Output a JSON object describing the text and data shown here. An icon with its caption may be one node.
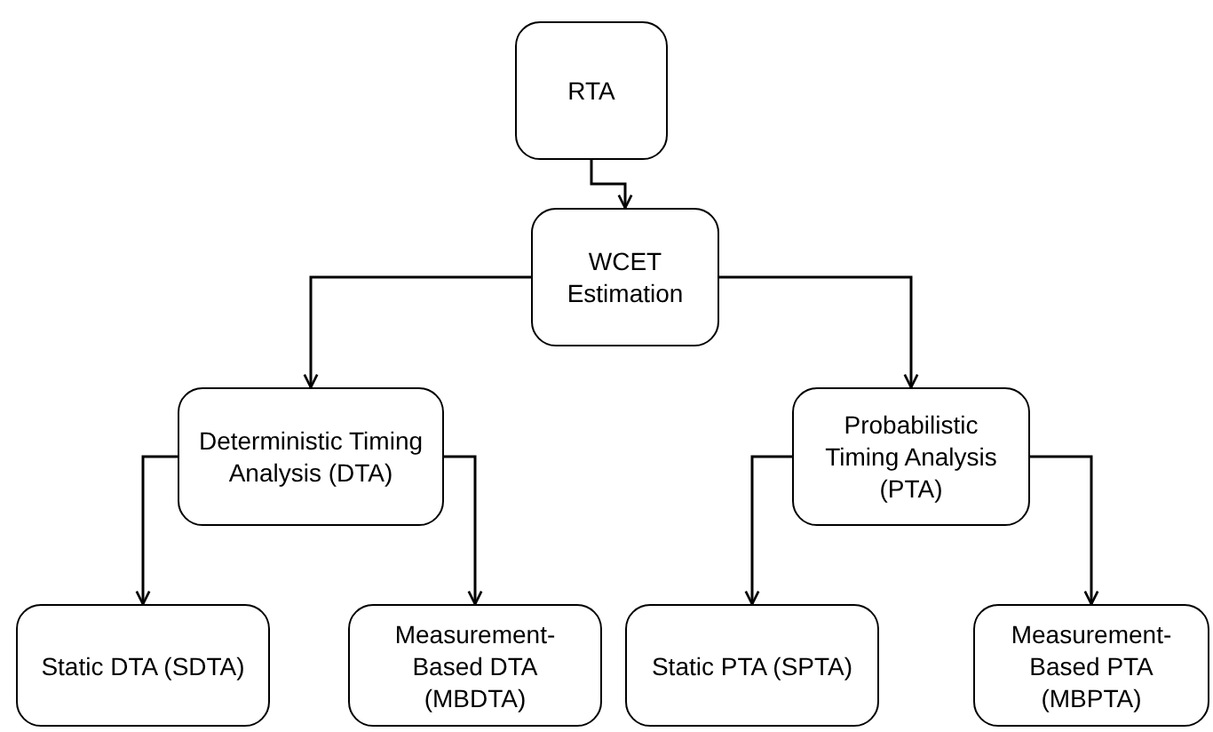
{
  "diagram": {
    "nodes": [
      {
        "text": [
          "RTA"
        ]
      },
      {
        "text": [
          "WCET Estimation"
        ]
      },
      {
        "text": [
          "Deterministic Timing Analysis (DTA)"
        ]
      },
      {
        "text": [
          "Probabilistic Timing Analysis (PTA)"
        ]
      },
      {
        "text": [
          "Static DTA (SDTA)"
        ]
      },
      {
        "text": [
          "Measurement-Based DTA (MBDTA)"
        ]
      },
      {
        "text": [
          "Static PTA (SPTA)"
        ]
      },
      {
        "text": [
          "Measurement-Based PTA (MBPTA)"
        ]
      }
    ],
    "edges": [
      {
        "from": 0,
        "to": 1,
        "arrow": "to"
      },
      {
        "from": 1,
        "to": 2,
        "arrow": "to"
      },
      {
        "from": 1,
        "to": 3,
        "arrow": "to"
      },
      {
        "from": 2,
        "to": 4,
        "arrow": "to"
      },
      {
        "from": 2,
        "to": 5,
        "arrow": "to"
      },
      {
        "from": 3,
        "to": 6,
        "arrow": "to"
      },
      {
        "from": 3,
        "to": 7,
        "arrow": "to"
      }
    ]
  }
}
